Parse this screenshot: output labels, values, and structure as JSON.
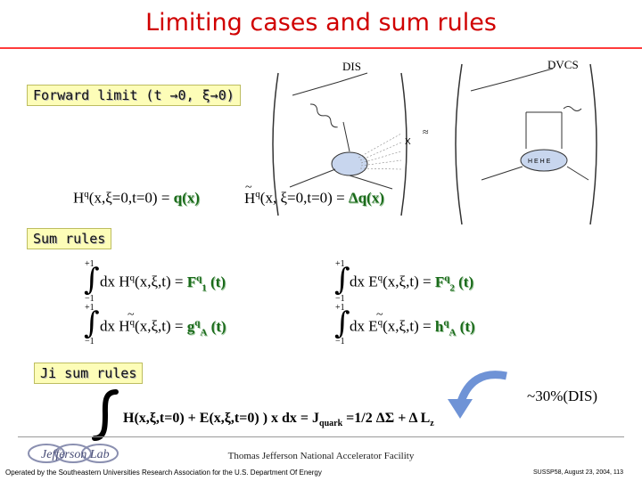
{
  "title": "Limiting cases and sum rules",
  "labels": {
    "dis": "DIS",
    "dvcs": "DVCS",
    "percent": "~30%(DIS)"
  },
  "sections": {
    "forward": "Forward limit (t →0, ξ→0)",
    "sum_rules": "Sum rules",
    "ji": "Ji sum rules"
  },
  "forward": {
    "f1_lhs": "H",
    "f1_sup": "q",
    "f1_args": "(x,ξ=0,t=0) = ",
    "f1_rhs": "q(x)",
    "f2_lhs": "H",
    "f2_sup": "q",
    "f2_args": "(x, ξ=0,t=0) = ",
    "f2_rhs": "Δq(x)"
  },
  "integral": {
    "upper": "+1",
    "lower": "−1",
    "symbol": "∫"
  },
  "sum_rules": {
    "r1_pre": "dx  H",
    "r1_sup": "q",
    "r1_args": "(x,ξ,t) = ",
    "r1_rhs_main": "F",
    "r1_rhs_sup": "q",
    "r1_rhs_sub": "1",
    "r1_rhs_end": " (t)",
    "r2_pre": "dx  E",
    "r2_sup": "q",
    "r2_args": "(x,ξ,t) = ",
    "r2_rhs_main": "F",
    "r2_rhs_sup": "q",
    "r2_rhs_sub": "2",
    "r2_rhs_end": " (t)",
    "r3_pre": "dx  H",
    "r3_sup": "q",
    "r3_args": "(x,ξ,t) = ",
    "r3_rhs_main": "g",
    "r3_rhs_sup": "q",
    "r3_rhs_sub": "A",
    "r3_rhs_end": " (t)",
    "r4_pre": "dx  E",
    "r4_sup": "q",
    "r4_args": "(x,ξ,t) = ",
    "r4_rhs_main": "h",
    "r4_rhs_sup": "q",
    "r4_rhs_sub": "A",
    "r4_rhs_end": " (t)"
  },
  "ji": {
    "formula": "H(x,ξ,t=0) + E(x,ξ,t=0) ) x dx = J",
    "sub": "quark",
    "rest": " =1/2 ΔΣ + Δ L",
    "rest_sub": "z"
  },
  "footer": {
    "org": "Thomas Jefferson National Accelerator Facility",
    "operated": "Operated by the Southeastern Universities Research Association for the U.S. Department Of Energy",
    "date": "SUSSP58, August 23, 2004, 113",
    "logo_text": "Jefferson Lab"
  },
  "colors": {
    "title": "#d00000",
    "accent_green": "#1a6a1a",
    "box_fill": "#fdfdb8",
    "arrow": "#6f93d6"
  }
}
